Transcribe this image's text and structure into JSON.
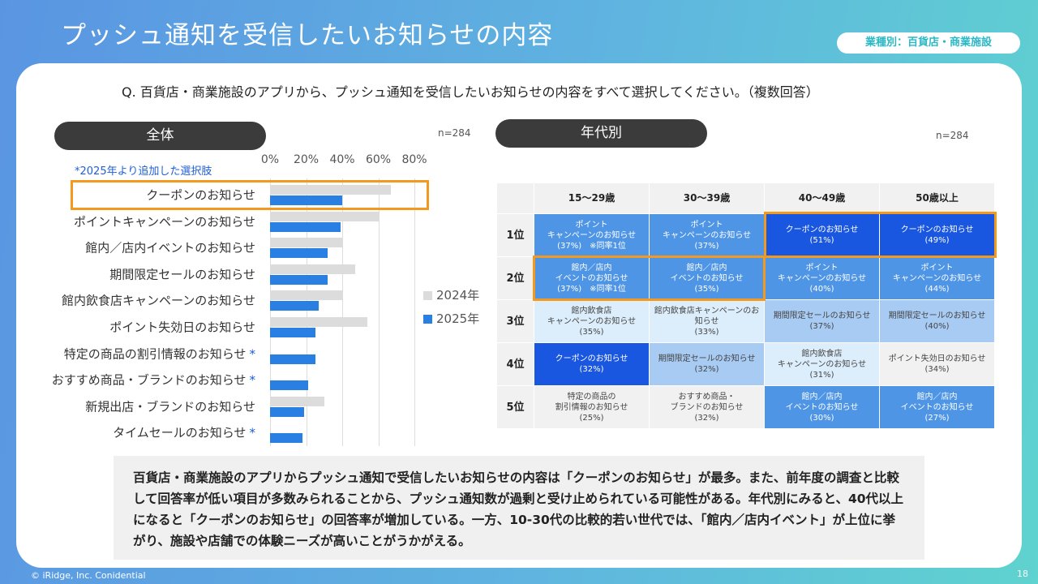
{
  "title": "プッシュ通知を受信したいお知らせの内容",
  "tag": "業種別：百貨店・商業施設",
  "question": "Q. 百貨店・商業施設のアプリから、プッシュ通知を受信したいお知らせの内容をすべて選択してください。（複数回答）",
  "left": {
    "pill": "全体",
    "n": "n=284",
    "note": "*2025年より追加した選択肢"
  },
  "right": {
    "pill": "年代別",
    "n": "n=284"
  },
  "chart_data": {
    "type": "bar",
    "orientation": "horizontal",
    "categories": [
      "クーポンのお知らせ",
      "ポイントキャンペーンのお知らせ",
      "館内／店内イベントのお知らせ",
      "期間限定セールのお知らせ",
      "館内飲食店キャンペーンのお知らせ",
      "ポイント失効日のお知らせ",
      "特定の商品の割引情報のお知らせ",
      "おすすめ商品・ブランドのお知らせ",
      "新規出店・ブランドのお知らせ",
      "タイムセールのお知らせ"
    ],
    "new_in_2025": [
      false,
      false,
      false,
      false,
      false,
      false,
      true,
      true,
      false,
      true
    ],
    "star": "*",
    "series": [
      {
        "name": "2024年",
        "color": "#dcdcdc",
        "values": [
          67,
          60,
          40,
          47,
          40,
          54,
          null,
          null,
          30,
          null
        ]
      },
      {
        "name": "2025年",
        "color": "#2a7fe3",
        "values": [
          40,
          39,
          32,
          32,
          27,
          25,
          25,
          21,
          19,
          18
        ]
      }
    ],
    "xticks": [
      "0%",
      "20%",
      "40%",
      "60%",
      "80%"
    ],
    "xlim": [
      0,
      80
    ],
    "legend": "right",
    "highlight": "クーポンのお知らせ"
  },
  "table": {
    "headers": [
      "15〜29歳",
      "30〜39歳",
      "40〜49歳",
      "50歳以上"
    ],
    "rows": [
      {
        "rank": "1位",
        "cells": [
          {
            "t": "ポイント\nキャンペーンのお知らせ\n(37%)　※同率1位",
            "c": 1
          },
          {
            "t": "ポイント\nキャンペーンのお知らせ\n(37%)",
            "c": 1
          },
          {
            "t": "クーポンのお知らせ\n(51%)",
            "c": 0
          },
          {
            "t": "クーポンのお知らせ\n(49%)",
            "c": 0
          }
        ]
      },
      {
        "rank": "2位",
        "cells": [
          {
            "t": "館内／店内\nイベントのお知らせ\n(37%)　※同率1位",
            "c": 1
          },
          {
            "t": "館内／店内\nイベントのお知らせ\n(35%)",
            "c": 1
          },
          {
            "t": "ポイント\nキャンペーンのお知らせ\n(40%)",
            "c": 1
          },
          {
            "t": "ポイント\nキャンペーンのお知らせ\n(44%)",
            "c": 1
          }
        ]
      },
      {
        "rank": "3位",
        "cells": [
          {
            "t": "館内飲食店\nキャンペーンのお知らせ\n(35%)",
            "c": 3
          },
          {
            "t": "館内飲食店キャンペーンのお\n知らせ\n(33%)",
            "c": 3
          },
          {
            "t": "期間限定セールのお知らせ\n(37%)",
            "c": 2
          },
          {
            "t": "期間限定セールのお知らせ\n(40%)",
            "c": 2
          }
        ]
      },
      {
        "rank": "4位",
        "cells": [
          {
            "t": "クーポンのお知らせ\n(32%)",
            "c": 0
          },
          {
            "t": "期間限定セールのお知らせ\n(32%)",
            "c": 2
          },
          {
            "t": "館内飲食店\nキャンペーンのお知らせ\n(31%)",
            "c": 3
          },
          {
            "t": "ポイント失効日のお知らせ\n(34%)",
            "c": 4
          }
        ]
      },
      {
        "rank": "5位",
        "cells": [
          {
            "t": "特定の商品の\n割引情報のお知らせ\n(25%)",
            "c": 4
          },
          {
            "t": "おすすめ商品・\nブランドのお知らせ\n(32%)",
            "c": 4
          },
          {
            "t": "館内／店内\nイベントのお知らせ\n(30%)",
            "c": 1
          },
          {
            "t": "館内／店内\nイベントのお知らせ\n(27%)",
            "c": 1
          }
        ]
      }
    ]
  },
  "summary": "百貨店・商業施設のアプリからプッシュ通知で受信したいお知らせの内容は「クーポンのお知らせ」が最多。また、前年度の調査と比較して回答率が低い項目が多数みられることから、プッシュ通知数が過剰と受け止められている可能性がある。年代別にみると、40代以上になると「クーポンのお知らせ」の回答率が増加している。一方、10-30代の比較的若い世代では、「館内／店内イベント」が上位に挙がり、施設や店舗での体験ニーズが高いことがうかがえる。",
  "footer": "© iRidge, Inc. Conidential",
  "page": "18"
}
